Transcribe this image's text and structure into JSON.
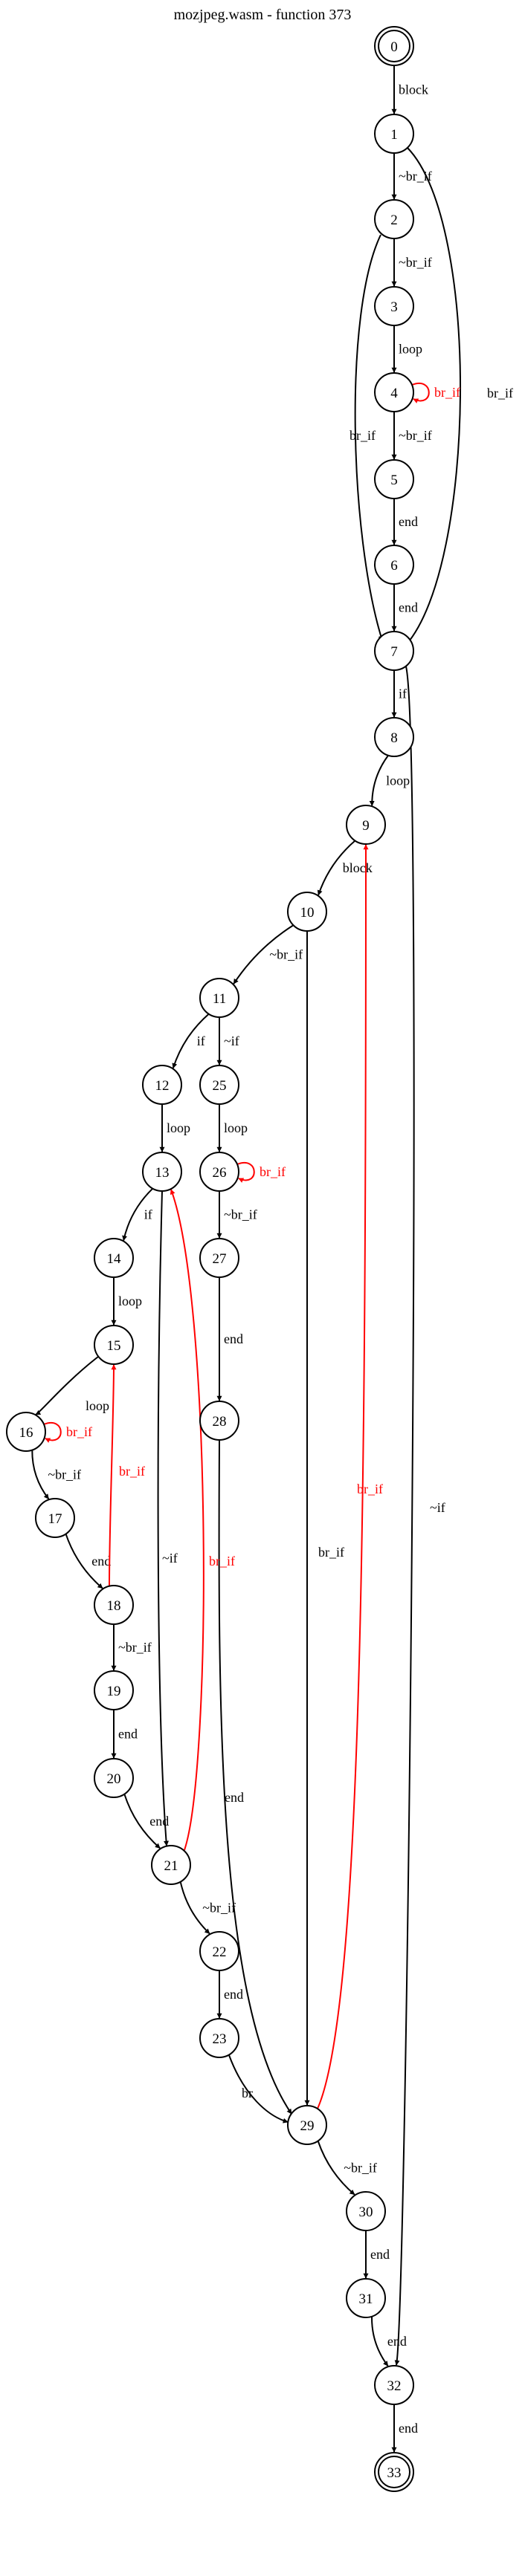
{
  "title": "mozjpeg.wasm - function 373",
  "colors": {
    "normal": "#000000",
    "back": "#ff0000"
  },
  "nodes": [
    {
      "id": "0",
      "terminal": true
    },
    {
      "id": "1"
    },
    {
      "id": "2"
    },
    {
      "id": "3"
    },
    {
      "id": "4"
    },
    {
      "id": "5"
    },
    {
      "id": "6"
    },
    {
      "id": "7"
    },
    {
      "id": "8"
    },
    {
      "id": "9"
    },
    {
      "id": "10"
    },
    {
      "id": "11"
    },
    {
      "id": "12"
    },
    {
      "id": "25"
    },
    {
      "id": "13"
    },
    {
      "id": "26"
    },
    {
      "id": "14"
    },
    {
      "id": "27"
    },
    {
      "id": "15"
    },
    {
      "id": "28"
    },
    {
      "id": "16"
    },
    {
      "id": "17"
    },
    {
      "id": "18"
    },
    {
      "id": "19"
    },
    {
      "id": "20"
    },
    {
      "id": "21"
    },
    {
      "id": "22"
    },
    {
      "id": "23"
    },
    {
      "id": "29"
    },
    {
      "id": "30"
    },
    {
      "id": "31"
    },
    {
      "id": "32"
    },
    {
      "id": "33",
      "terminal": true
    }
  ],
  "edges": [
    {
      "from": "0",
      "to": "1",
      "label": "block",
      "back": false
    },
    {
      "from": "1",
      "to": "2",
      "label": "~br_if",
      "back": false
    },
    {
      "from": "1",
      "to": "7",
      "label": "br_if",
      "back": false
    },
    {
      "from": "2",
      "to": "3",
      "label": "~br_if",
      "back": false
    },
    {
      "from": "2",
      "to": "7",
      "label": "br_if",
      "back": false
    },
    {
      "from": "3",
      "to": "4",
      "label": "loop",
      "back": false
    },
    {
      "from": "4",
      "to": "4",
      "label": "br_if",
      "back": true
    },
    {
      "from": "4",
      "to": "5",
      "label": "~br_if",
      "back": false
    },
    {
      "from": "5",
      "to": "6",
      "label": "end",
      "back": false
    },
    {
      "from": "6",
      "to": "7",
      "label": "end",
      "back": false
    },
    {
      "from": "7",
      "to": "8",
      "label": "if",
      "back": false
    },
    {
      "from": "7",
      "to": "32",
      "label": "~if",
      "back": false
    },
    {
      "from": "8",
      "to": "9",
      "label": "loop",
      "back": false
    },
    {
      "from": "9",
      "to": "10",
      "label": "block",
      "back": false
    },
    {
      "from": "10",
      "to": "11",
      "label": "~br_if",
      "back": false
    },
    {
      "from": "10",
      "to": "29",
      "label": "br_if",
      "back": false
    },
    {
      "from": "11",
      "to": "12",
      "label": "if",
      "back": false
    },
    {
      "from": "11",
      "to": "25",
      "label": "~if",
      "back": false
    },
    {
      "from": "12",
      "to": "13",
      "label": "loop",
      "back": false
    },
    {
      "from": "25",
      "to": "26",
      "label": "loop",
      "back": false
    },
    {
      "from": "26",
      "to": "26",
      "label": "br_if",
      "back": true
    },
    {
      "from": "26",
      "to": "27",
      "label": "~br_if",
      "back": false
    },
    {
      "from": "27",
      "to": "28",
      "label": "end",
      "back": false
    },
    {
      "from": "28",
      "to": "29",
      "label": "end",
      "back": false
    },
    {
      "from": "13",
      "to": "14",
      "label": "if",
      "back": false
    },
    {
      "from": "13",
      "to": "21",
      "label": "~if",
      "back": false
    },
    {
      "from": "14",
      "to": "15",
      "label": "loop",
      "back": false
    },
    {
      "from": "15",
      "to": "16",
      "label": "loop",
      "back": false
    },
    {
      "from": "16",
      "to": "16",
      "label": "br_if",
      "back": true
    },
    {
      "from": "16",
      "to": "17",
      "label": "~br_if",
      "back": false
    },
    {
      "from": "17",
      "to": "18",
      "label": "end",
      "back": false
    },
    {
      "from": "18",
      "to": "15",
      "label": "br_if",
      "back": true
    },
    {
      "from": "18",
      "to": "19",
      "label": "~br_if",
      "back": false
    },
    {
      "from": "19",
      "to": "20",
      "label": "end",
      "back": false
    },
    {
      "from": "20",
      "to": "21",
      "label": "end",
      "back": false
    },
    {
      "from": "21",
      "to": "13",
      "label": "br_if",
      "back": true
    },
    {
      "from": "21",
      "to": "22",
      "label": "~br_if",
      "back": false
    },
    {
      "from": "22",
      "to": "23",
      "label": "end",
      "back": false
    },
    {
      "from": "23",
      "to": "29",
      "label": "br",
      "back": false
    },
    {
      "from": "29",
      "to": "9",
      "label": "br_if",
      "back": true
    },
    {
      "from": "29",
      "to": "30",
      "label": "~br_if",
      "back": false
    },
    {
      "from": "30",
      "to": "31",
      "label": "end",
      "back": false
    },
    {
      "from": "31",
      "to": "32",
      "label": "end",
      "back": false
    },
    {
      "from": "32",
      "to": "33",
      "label": "end",
      "back": false
    }
  ]
}
